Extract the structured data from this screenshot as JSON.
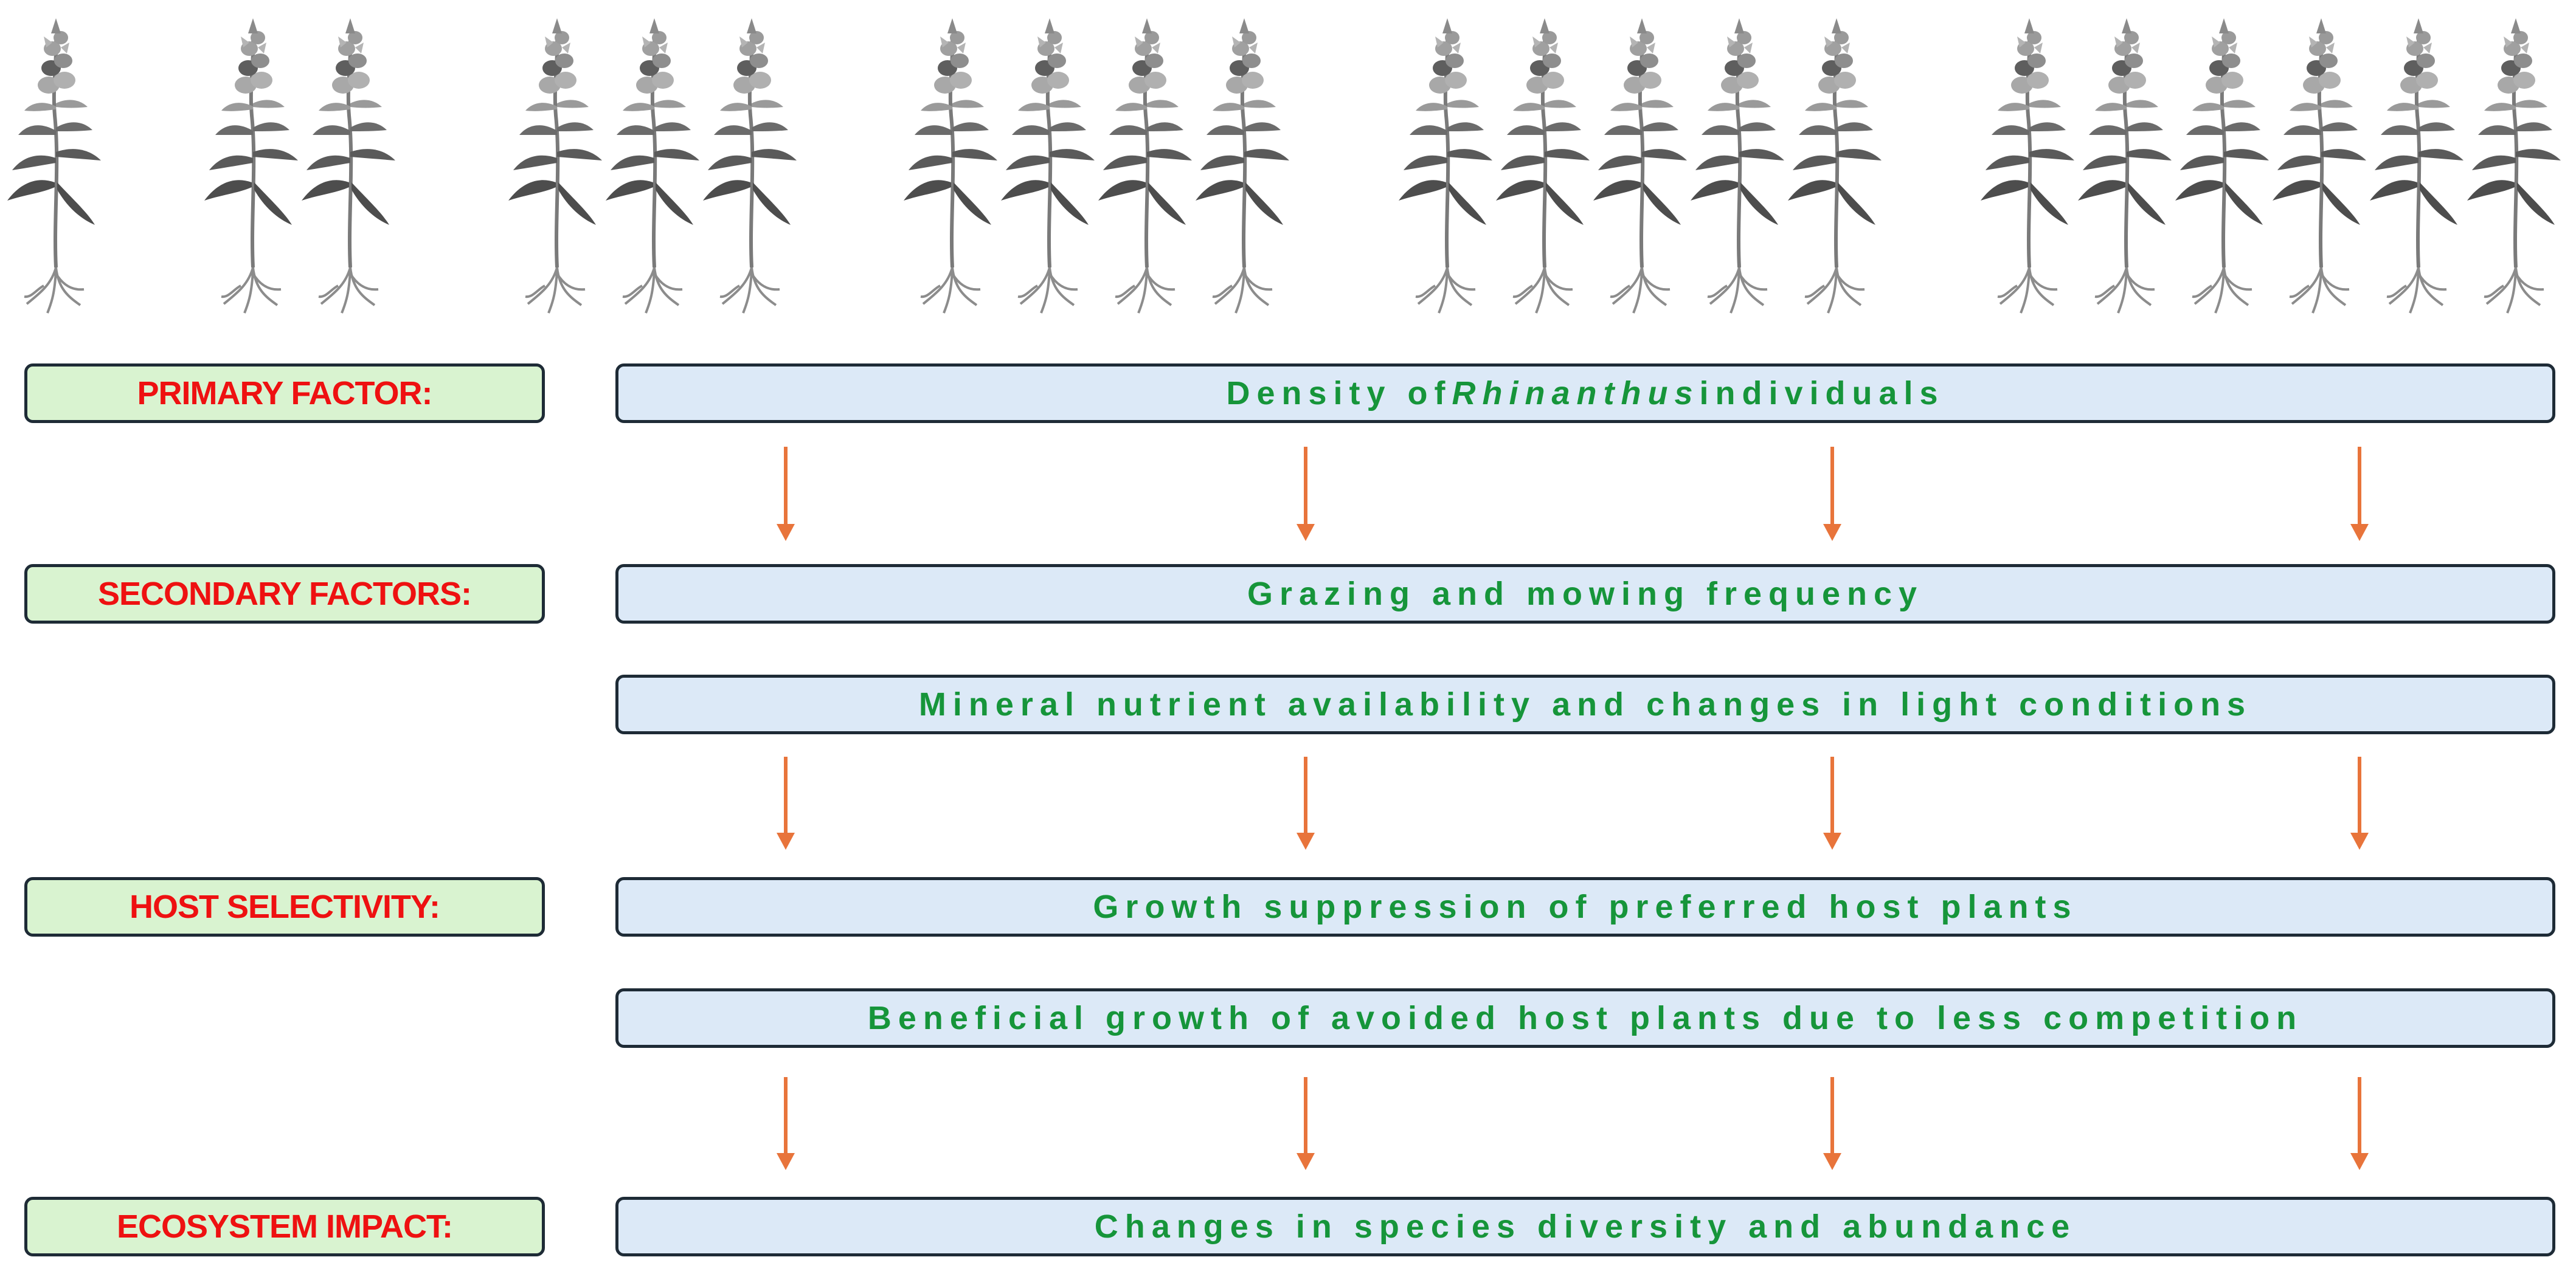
{
  "colors": {
    "label_fill": "#d9f3d0",
    "label_text": "#ee1111",
    "factor_fill": "#dce9f7",
    "factor_text": "#16953a",
    "border": "#1e2b36",
    "arrow": "#e8743b",
    "plant_stem": "#808080",
    "plant_leaf": "#555555",
    "plant_flower": "#a0a0a0"
  },
  "plants": {
    "icon": "rhinanthus-plant-illustration",
    "groups": [
      1,
      2,
      3,
      4,
      5,
      6
    ]
  },
  "rows": [
    {
      "label": "PRIMARY FACTOR:",
      "factors": [
        {
          "before": "Density of ",
          "italic": "Rhinanthus",
          "after": " individuals"
        }
      ]
    },
    {
      "label": "SECONDARY FACTORS:",
      "factors": [
        {
          "before": "Grazing and mowing frequency",
          "italic": "",
          "after": ""
        },
        {
          "before": "Mineral nutrient availability and changes in light conditions",
          "italic": "",
          "after": ""
        }
      ]
    },
    {
      "label": "HOST SELECTIVITY:",
      "factors": [
        {
          "before": "Growth suppression of preferred host plants",
          "italic": "",
          "after": ""
        },
        {
          "before": "Beneficial growth of avoided host plants due to less competition",
          "italic": "",
          "after": ""
        }
      ]
    },
    {
      "label": "ECOSYSTEM IMPACT:",
      "factors": [
        {
          "before": "Changes in species diversity and abundance",
          "italic": "",
          "after": ""
        }
      ]
    }
  ],
  "arrows": {
    "icon": "down-arrow-icon",
    "per_level": 4
  }
}
